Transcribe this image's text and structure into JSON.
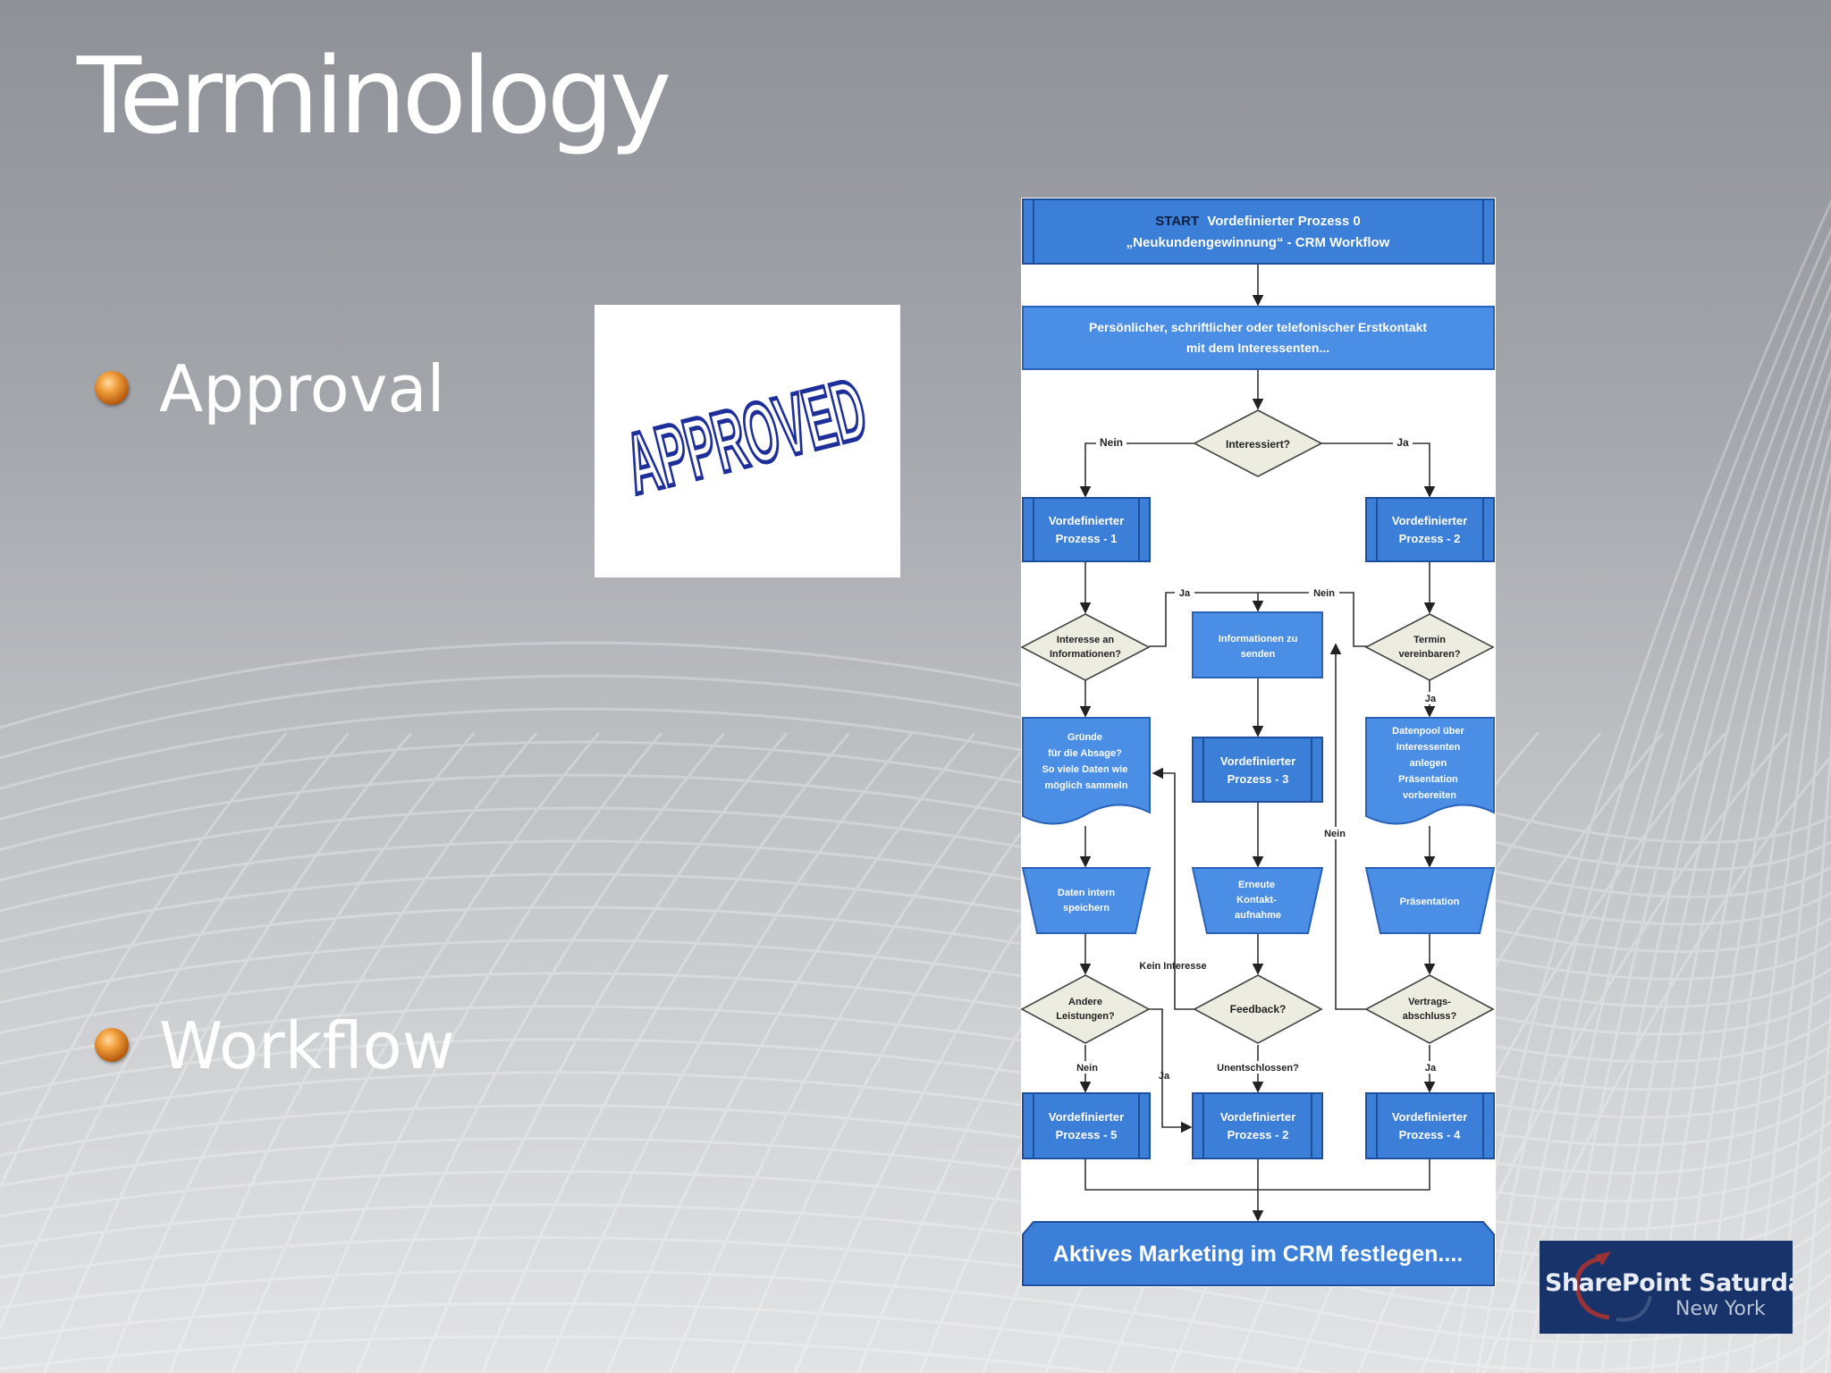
{
  "slide": {
    "title": "Terminology",
    "bullets": [
      {
        "label": "Approval"
      },
      {
        "label": "Workflow"
      }
    ]
  },
  "approved_stamp": {
    "text": "APPROVED",
    "color": "#1f2f9a"
  },
  "flowchart": {
    "start_prefix": "START",
    "start_line1": "Vordefinierter Prozess 0",
    "start_line2": "„Neukundengewinnung“ - CRM Workflow",
    "contact_line1": "Persönlicher, schriftlicher oder telefonischer Erstkontakt",
    "contact_line2": "mit dem Interessenten...",
    "interessiert": "Interessiert?",
    "nein": "Nein",
    "ja": "Ja",
    "vp": "Vordefinierter",
    "prozess_1": "Prozess - 1",
    "prozess_2": "Prozess - 2",
    "prozess_3": "Prozess - 3",
    "prozess_4": "Prozess - 4",
    "prozess_5": "Prozess - 5",
    "interesse_l1": "Interesse an",
    "interesse_l2": "Informationen?",
    "info_l1": "Informationen zu",
    "info_l2": "senden",
    "termin_l1": "Termin",
    "termin_l2": "vereinbaren?",
    "gruende": [
      "Gründe",
      "für die Absage?",
      "So viele Daten wie",
      "möglich sammeln"
    ],
    "datenpool": [
      "Datenpool über",
      "Interessenten",
      "anlegen",
      "Präsentation",
      "vorbereiten"
    ],
    "daten_l1": "Daten intern",
    "daten_l2": "speichern",
    "erneute": [
      "Erneute",
      "Kontakt-",
      "aufnahme"
    ],
    "praesentation": "Präsentation",
    "kein_interesse": "Kein Interesse",
    "andere_l1": "Andere",
    "andere_l2": "Leistungen?",
    "feedback": "Feedback?",
    "vertrag_l1": "Vertrags-",
    "vertrag_l2": "abschluss?",
    "unentschlossen": "Unentschlossen?",
    "final": "Aktives Marketing im CRM festlegen...."
  },
  "logo": {
    "line1": "SharePoint Saturday",
    "line2": "New York"
  },
  "colors": {
    "box_blue": "#3b7fd9",
    "box_blue_dark": "#2a62b8",
    "diamond_fill": "#ecece0",
    "title_white": "#ffffff",
    "bullet_orange": "#d9822b",
    "logo_bg": "#18326a"
  }
}
